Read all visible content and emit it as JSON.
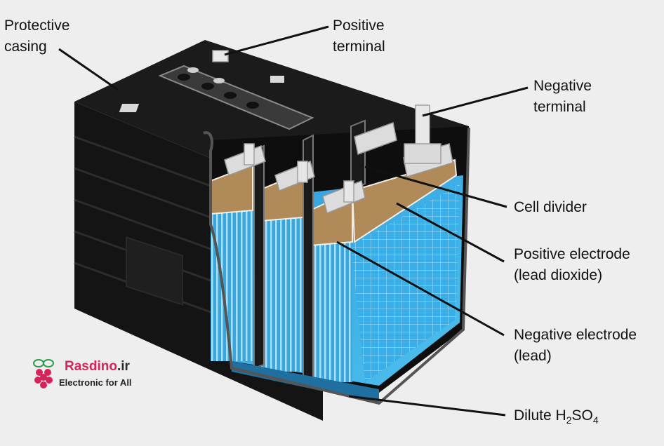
{
  "labels": {
    "protective_casing": [
      "Protective",
      "casing"
    ],
    "positive_terminal": [
      "Positive",
      "terminal"
    ],
    "negative_terminal": [
      "Negative",
      "terminal"
    ],
    "cell_divider": "Cell divider",
    "positive_electrode": [
      "Positive electrode",
      "(lead dioxide)"
    ],
    "negative_electrode": [
      "Negative electrode",
      "(lead)"
    ],
    "electrolyte": {
      "prefix": "Dilute H",
      "sub1": "2",
      "mid": "SO",
      "sub2": "4"
    }
  },
  "watermark": {
    "brand": "Rasdino",
    "tld": ".ir",
    "tagline": "Electronic for All"
  },
  "colors": {
    "background": "#eeeeee",
    "casing": "#161616",
    "electrolyte": "#3aa6dc",
    "electrode_tan": "#b08a58",
    "terminal": "#e6e6e6",
    "brand": "#d6245a"
  }
}
